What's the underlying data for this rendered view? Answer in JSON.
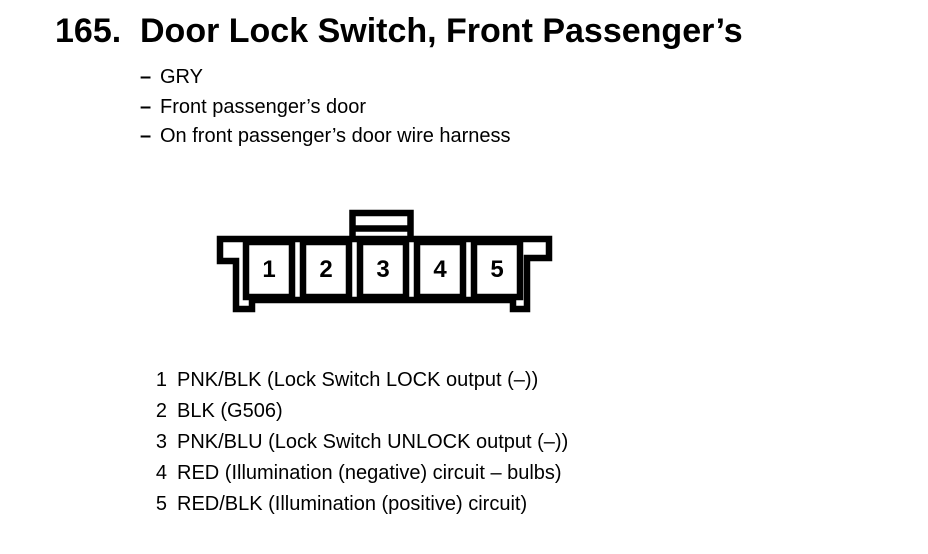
{
  "header": {
    "number": "165.",
    "title": "Door Lock Switch, Front Passenger’s",
    "dash": "–",
    "attributes": [
      "GRY",
      "Front passenger’s door",
      "On front passenger’s door wire harness"
    ]
  },
  "connector": {
    "type": "5-cavity connector, harness side view",
    "cavity_labels": [
      "1",
      "2",
      "3",
      "4",
      "5"
    ]
  },
  "pin_list": {
    "rows": [
      {
        "num": "1",
        "desc": "PNK/BLK (Lock Switch LOCK output (–))"
      },
      {
        "num": "2",
        "desc": "BLK (G506)"
      },
      {
        "num": "3",
        "desc": "PNK/BLU (Lock Switch UNLOCK output (–))"
      },
      {
        "num": "4",
        "desc": "RED (Illumination (negative) circuit – bulbs)"
      },
      {
        "num": "5",
        "desc": "RED/BLK (Illumination (positive) circuit)"
      }
    ]
  },
  "colors": {
    "ink": "#000000",
    "background": "#ffffff"
  }
}
